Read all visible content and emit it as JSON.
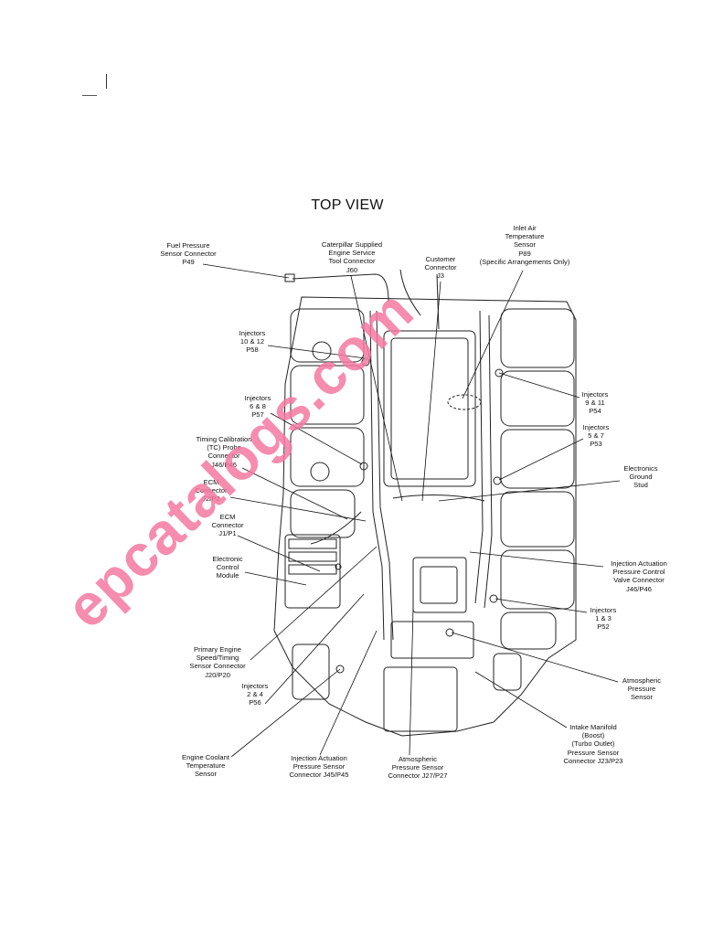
{
  "title": "TOP VIEW",
  "watermark": "epcatalogs.com",
  "labels": {
    "fuel_pressure": "Fuel Pressure\nSensor Connector\nP49",
    "service_tool": "Caterpillar Supplied\nEngine Service\nTool Connector\nJ60",
    "customer_connector": "Customer\nConnector\nJ3",
    "inlet_air": "Inlet Air\nTemperature\nSensor\nP89\n(Specific Arrangements Only)",
    "injectors_10_12": "Injectors\n10 & 12\nP58",
    "injectors_6_8": "Injectors\n6 & 8\nP57",
    "timing_calibration": "Timing Calibration\n(TC) Probe\nConnector\nJ46/P46",
    "ecm_connector_j2": "ECM\nConnector\nJ2/P2",
    "ecm_connector_j1": "ECM\nConnector\nJ1/P1",
    "electronic_control_module": "Electronic\nControl\nModule",
    "primary_speed_timing": "Primary Engine\nSpeed/Timing\nSensor Connector\nJ20/P20",
    "injectors_2_4": "Injectors\n2 & 4\nP56",
    "coolant_temp": "Engine Coolant\nTemperature\nSensor",
    "ia_pressure_sensor": "Injection Actuation\nPressure Sensor\nConnector J45/P45",
    "atm_pressure_connector": "Atmospheric\nPressure Sensor\nConnector J27/P27",
    "injectors_9_11": "Injectors\n9 & 11\nP54",
    "injectors_5_7": "Injectors\n5 & 7\nP53",
    "ground_stud": "Electronics\nGround\nStud",
    "ia_pressure_control": "Injection Actuation\nPressure Control\nValve Connector\nJ46/P46",
    "injectors_1_3": "Injectors\n1 & 3\nP52",
    "atm_pressure_sensor": "Atmospheric\nPressure\nSensor",
    "intake_manifold": "Intake Manifold\n(Boost)\n(Turbo Outlet)\nPressure Sensor\nConnector J23/P23"
  }
}
